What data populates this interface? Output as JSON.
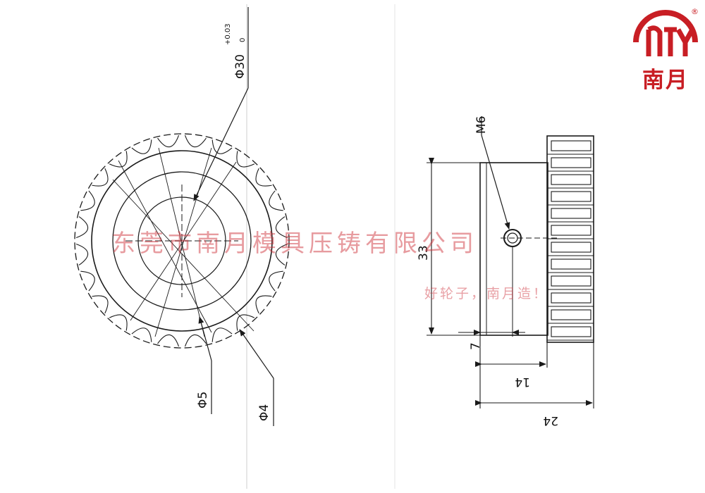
{
  "logo": {
    "brand": "南月",
    "registered": "®",
    "color": "#c81e24"
  },
  "watermark": {
    "company": "东莞市南月模具压铸有限公司",
    "slogan": "好轮子，南月造！"
  },
  "dimensions": {
    "phi30": "Φ30",
    "phi30_tol_upper": "+0.03",
    "phi30_tol_lower": "0",
    "phi5": "Φ5",
    "phi4": "Φ4",
    "m6": "M6",
    "d33": "33",
    "d7": "7",
    "d14": "14",
    "d24": "24"
  },
  "colors": {
    "line": "#1a1a1a",
    "watermark": "#cd2d37"
  }
}
